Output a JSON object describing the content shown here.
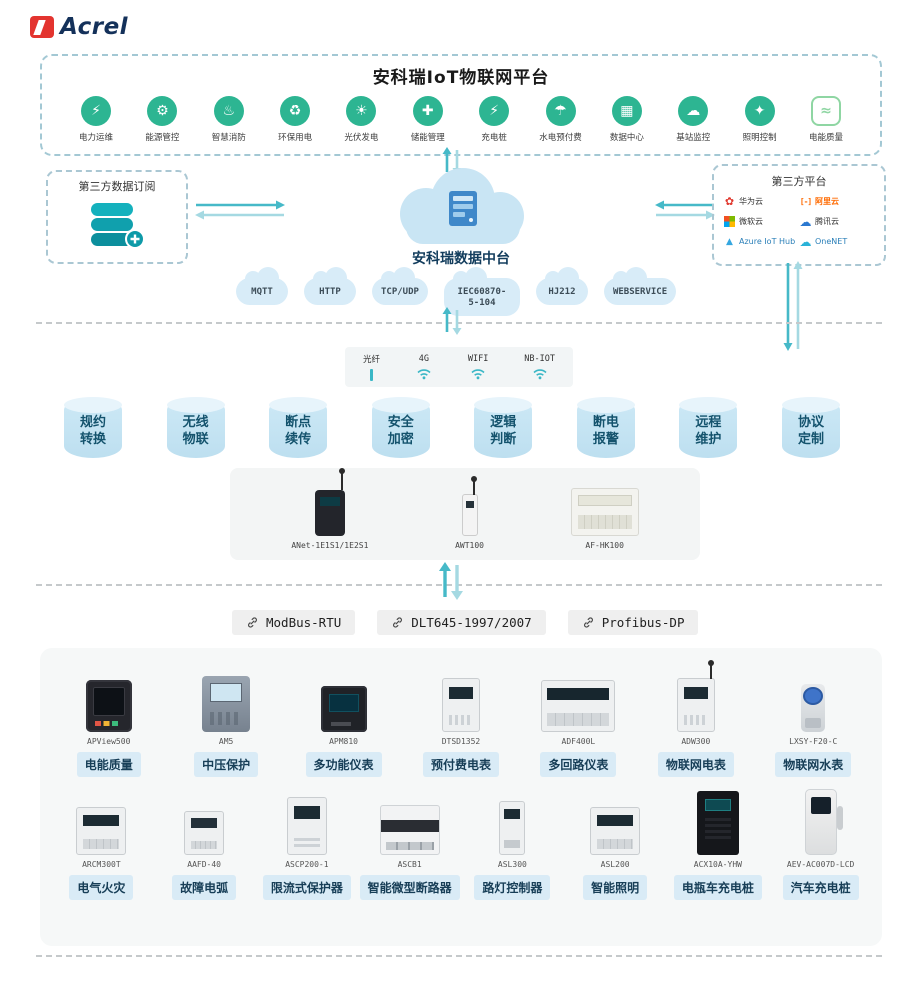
{
  "brand": {
    "logo_text": "Acrel"
  },
  "platform": {
    "title": "安科瑞IoT物联网平台",
    "apps": [
      {
        "label": "电力运维",
        "glyph": "⚡"
      },
      {
        "label": "能源管控",
        "glyph": "⚙"
      },
      {
        "label": "智慧消防",
        "glyph": "♨"
      },
      {
        "label": "环保用电",
        "glyph": "♻"
      },
      {
        "label": "光伏发电",
        "glyph": "☀"
      },
      {
        "label": "储能管理",
        "glyph": "✚"
      },
      {
        "label": "充电桩",
        "glyph": "⚡"
      },
      {
        "label": "水电预付费",
        "glyph": "☂"
      },
      {
        "label": "数据中心",
        "glyph": "▦"
      },
      {
        "label": "基站监控",
        "glyph": "☁"
      },
      {
        "label": "照明控制",
        "glyph": "✦"
      },
      {
        "label": "电能质量",
        "glyph": "≈",
        "variant": "outline"
      }
    ]
  },
  "middle": {
    "left_box_title": "第三方数据订阅",
    "center_cloud_label": "安科瑞数据中台",
    "right_box_title": "第三方平台",
    "vendors": [
      {
        "name": "华为云",
        "icon": "huawei"
      },
      {
        "name": "阿里云",
        "icon": "aliyun"
      },
      {
        "name": "微软云",
        "icon": "microsoft"
      },
      {
        "name": "腾讯云",
        "icon": "tencent"
      },
      {
        "name": "Azure IoT Hub",
        "icon": "azure"
      },
      {
        "name": "OneNET",
        "icon": "onenet"
      }
    ],
    "protocol_clouds": [
      "MQTT",
      "HTTP",
      "TCP/UDP",
      "IEC60870-5-104",
      "HJ212",
      "WEBSERVICE"
    ]
  },
  "network": {
    "items": [
      {
        "label": "光纤",
        "icon": "fiber"
      },
      {
        "label": "4G",
        "icon": "wifi"
      },
      {
        "label": "WIFI",
        "icon": "wifi"
      },
      {
        "label": "NB-IOT",
        "icon": "wifi"
      }
    ]
  },
  "capabilities": [
    "规约转换",
    "无线物联",
    "断点续传",
    "安全加密",
    "逻辑判断",
    "断电报警",
    "远程维护",
    "协议定制"
  ],
  "gateways": [
    {
      "name": "ANet-1E1S1/1E2S1",
      "img": "gw-dark"
    },
    {
      "name": "AWT100",
      "img": "gw-stick"
    },
    {
      "name": "AF-HK100",
      "img": "gw-box"
    }
  ],
  "field_protocols": [
    "ModBus-RTU",
    "DLT645-1997/2007",
    "Profibus-DP"
  ],
  "products": {
    "row1": [
      {
        "model": "APView500",
        "category": "电能质量",
        "img": "dark"
      },
      {
        "model": "AM5",
        "category": "中压保护",
        "img": "panel"
      },
      {
        "model": "APM810",
        "category": "多功能仪表",
        "img": "meter-dark"
      },
      {
        "model": "DTSD1352",
        "category": "预付费电表",
        "img": "din"
      },
      {
        "model": "ADF400L",
        "category": "多回路仪表",
        "img": "din-wide"
      },
      {
        "model": "ADW300",
        "category": "物联网电表",
        "img": "din-antenna"
      },
      {
        "model": "LXSY-F20-C",
        "category": "物联网水表",
        "img": "water"
      }
    ],
    "row2": [
      {
        "model": "ARCM300T",
        "category": "电气火灾",
        "img": "din-mid"
      },
      {
        "model": "AAFD-40",
        "category": "故障电弧",
        "img": "din-small"
      },
      {
        "model": "ASCP200-1",
        "category": "限流式保护器",
        "img": "din-tall"
      },
      {
        "model": "ASCB1",
        "category": "智能微型断路器",
        "img": "breaker"
      },
      {
        "model": "ASL300",
        "category": "路灯控制器",
        "img": "din-slim"
      },
      {
        "model": "ASL200",
        "category": "智能照明",
        "img": "din-mid"
      },
      {
        "model": "ACX10A-YHW",
        "category": "电瓶车充电桩",
        "img": "cabinet"
      },
      {
        "model": "AEV-AC007D-LCD",
        "category": "汽车充电桩",
        "img": "pole"
      }
    ]
  },
  "colors": {
    "accent_teal": "#46b9c8",
    "accent_green": "#2db592",
    "chip_bg": "#d9ebf6",
    "chip_text": "#173e57"
  }
}
